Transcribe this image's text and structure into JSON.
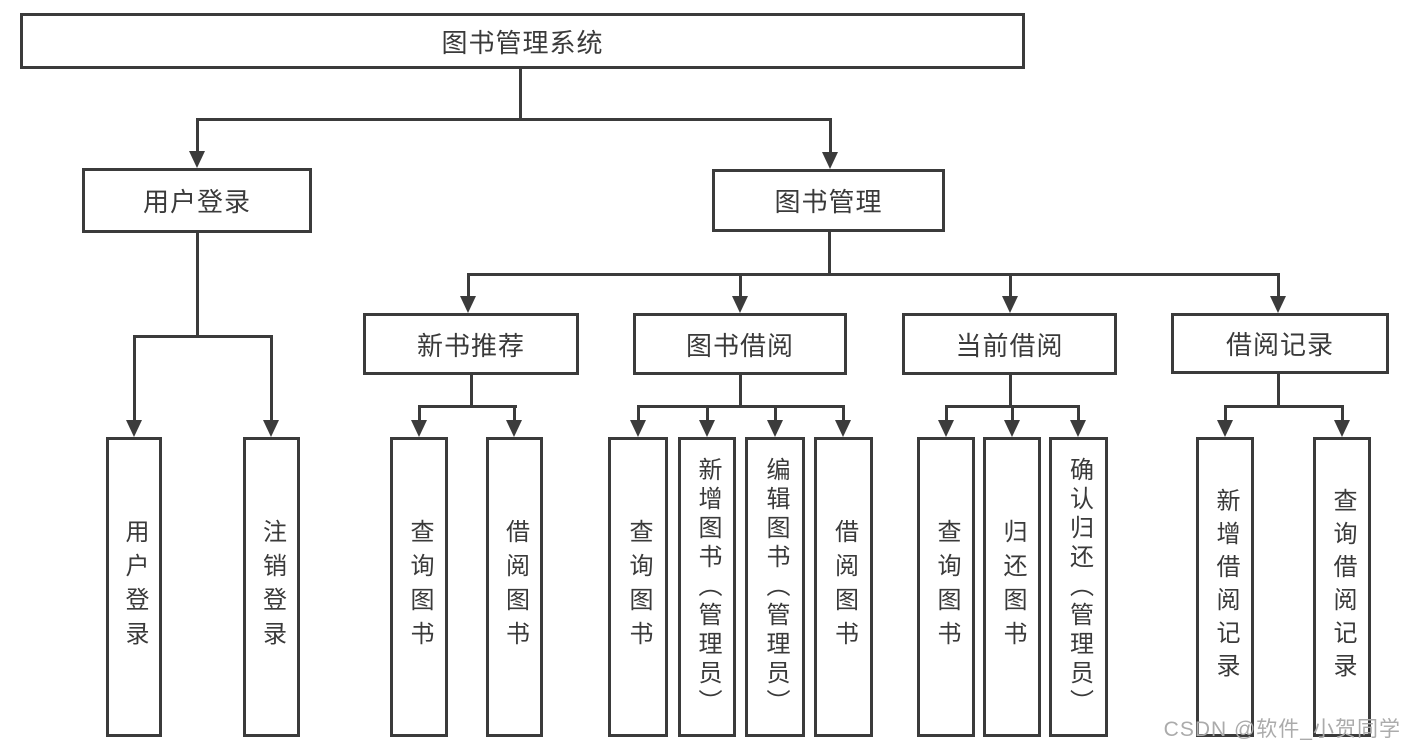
{
  "tree": {
    "root": "图书管理系统",
    "branches": [
      {
        "label": "用户登录",
        "children": [
          "用户登录",
          "注销登录"
        ]
      },
      {
        "label": "图书管理",
        "groups": [
          {
            "label": "新书推荐",
            "children": [
              "查询图书",
              "借阅图书"
            ]
          },
          {
            "label": "图书借阅",
            "children": [
              "查询图书",
              "新增图书（管理员）",
              "编辑图书（管理员）",
              "借阅图书"
            ]
          },
          {
            "label": "当前借阅",
            "children": [
              "查询图书",
              "归还图书",
              "确认归还（管理员）"
            ]
          },
          {
            "label": "借阅记录",
            "children": [
              "新增借阅记录",
              "查询借阅记录"
            ]
          }
        ]
      }
    ]
  },
  "watermark": {
    "text": "CSDN @软件_小贺同学"
  },
  "colors": {
    "line": "#3b3b3b",
    "text": "#3a3a3a",
    "box_fill": "#ffffff",
    "background": "#ffffff",
    "watermark": "#ababab"
  }
}
